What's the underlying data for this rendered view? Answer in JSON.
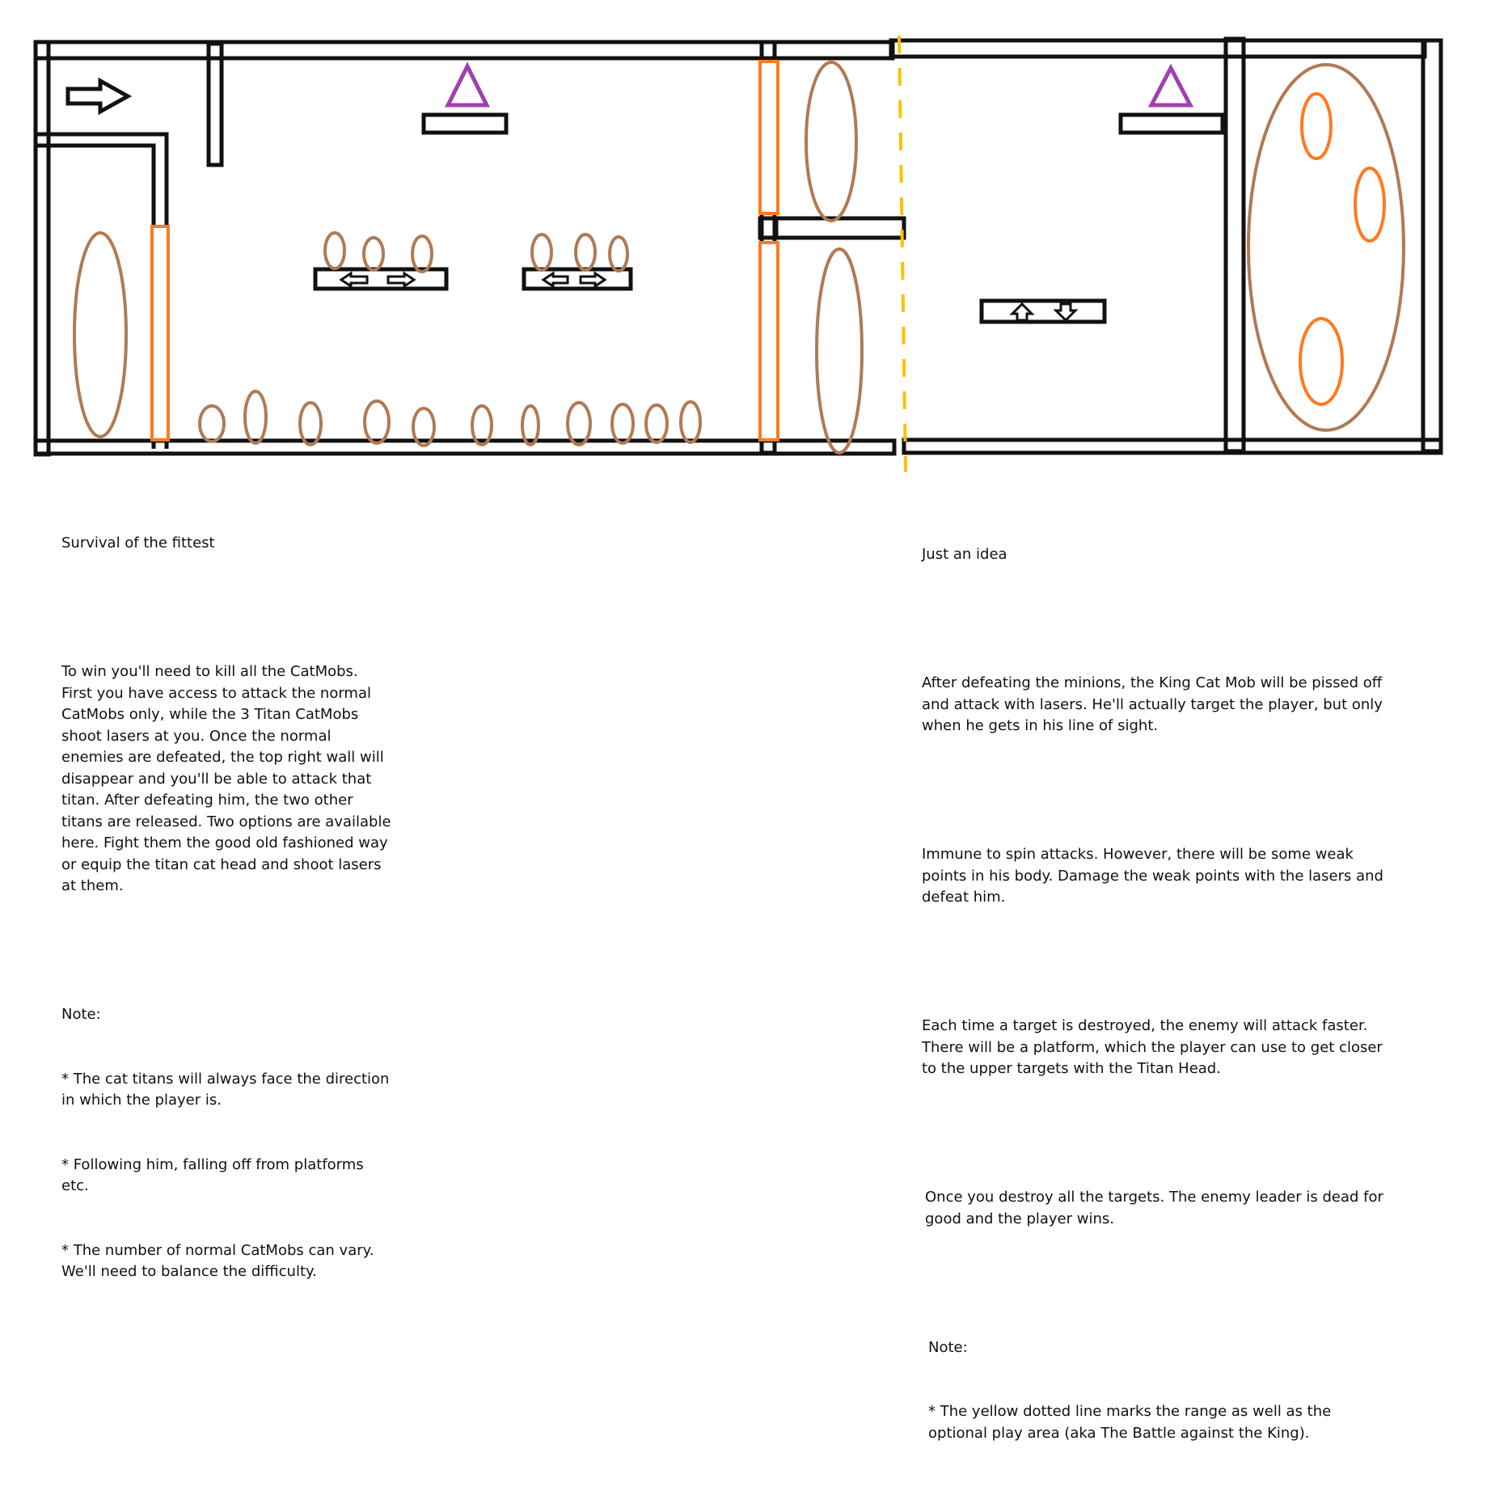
{
  "colors": {
    "wall": "#111111",
    "cat_mob": "#b07a55",
    "weak_point": "#ff7a1e",
    "removable_wall": "#ff7a1e",
    "goal": "#a040b0",
    "range_line": "#ffc000",
    "background": "#ffffff"
  },
  "icons": {
    "start": "arrow-right-icon",
    "goal": "triangle-icon",
    "moving_horizontal": "left-right-arrows-icon",
    "moving_vertical": "up-down-arrows-icon"
  },
  "left_notes": {
    "title": "Survival of the fittest",
    "body": "To win you'll need to kill all the CatMobs.\nFirst you have access to attack the normal\nCatMobs only, while the 3 Titan CatMobs\nshoot lasers at you. Once the normal\nenemies are defeated, the top right wall will\ndisappear and you'll be able to attack that\ntitan. After defeating him, the two other\ntitans are released. Two options are available\nhere. Fight them the good old fashioned way\nor equip the titan cat head and shoot lasers\nat them.",
    "note_heading": "Note:",
    "note_items": [
      "* The cat titans will always face the direction\nin which the player is.",
      "* Following him, falling off from platforms\netc.",
      "* The number of normal CatMobs can vary.\nWe'll need to balance the difficulty."
    ]
  },
  "right_notes": {
    "title": "Just an idea",
    "paragraph_1": "After defeating the minions, the King Cat Mob will be pissed off\nand attack with lasers. He'll actually target the player, but only\nwhen he gets in his line of sight.",
    "paragraph_2": "Immune to spin attacks. However, there will be some weak\npoints in his body. Damage the weak points with the lasers and\ndefeat him.",
    "paragraph_3": "Each time a target is destroyed, the enemy will attack faster.\nThere will be a platform, which the player can use to get closer\nto the upper targets with the Titan Head.",
    "paragraph_4": "Once you destroy all the targets. The enemy leader is dead for\ngood and the player wins.",
    "note_heading": "Note:",
    "note_item": "* The yellow dotted line marks the range as well as the\noptional play area (aka The Battle against the King)."
  }
}
